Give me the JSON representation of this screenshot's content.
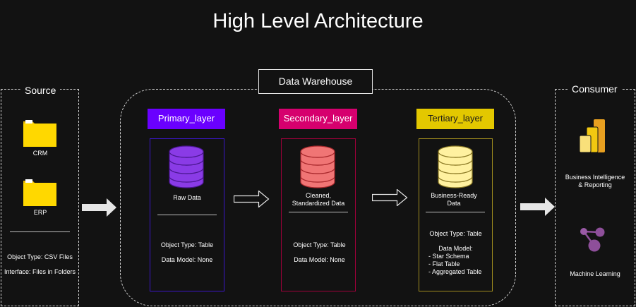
{
  "title": "High Level Architecture",
  "source": {
    "title": "Source",
    "items": [
      {
        "label": "CRM",
        "icon": "folder-icon"
      },
      {
        "label": "ERP",
        "icon": "folder-icon"
      }
    ],
    "object_type": "Object Type: CSV Files",
    "interface": "Interface: Files in Folders"
  },
  "warehouse": {
    "label": "Data Warehouse",
    "layers": [
      {
        "name": "Primary_layer",
        "head_color": "#6a00ff",
        "border_color": "#3a16c7",
        "db_color": "#8a3be6",
        "db_dark": "#5b1ea8",
        "desc": [
          "Raw Data"
        ],
        "object_type": "Object Type: Table",
        "data_model": [
          "Data Model: None"
        ]
      },
      {
        "name": "Secondary_layer",
        "head_color": "#d6006e",
        "border_color": "#a0003a",
        "db_color": "#f07575",
        "db_dark": "#a8282c",
        "desc": [
          "Cleaned,",
          "Standardized Data"
        ],
        "object_type": "Object Type: Table",
        "data_model": [
          "Data Model: None"
        ]
      },
      {
        "name": "Tertiary_layer",
        "head_color": "#e3c800",
        "border_color": "#a08c1e",
        "db_color": "#fff1a0",
        "db_dark": "#a39040",
        "desc": [
          "Business-Ready",
          "Data"
        ],
        "object_type": "Object Type: Table",
        "data_model": [
          "Data Model:",
          "- Star Schema",
          "- Flat Table",
          "- Aggregated Table"
        ]
      }
    ]
  },
  "consumer": {
    "title": "Consumer",
    "items": [
      {
        "label_lines": [
          "Business Intelligence",
          "& Reporting"
        ],
        "icon": "power-bi-icon"
      },
      {
        "label_lines": [
          "Machine Learning"
        ],
        "icon": "ml-graph-icon"
      }
    ]
  },
  "colors": {
    "background": "#121212",
    "arrow": "#e6e6e6",
    "folder": "#ffd800",
    "powerbi_light": "#f2c811",
    "powerbi_dark": "#e8a020",
    "ml_purple": "#8e4f9a"
  }
}
